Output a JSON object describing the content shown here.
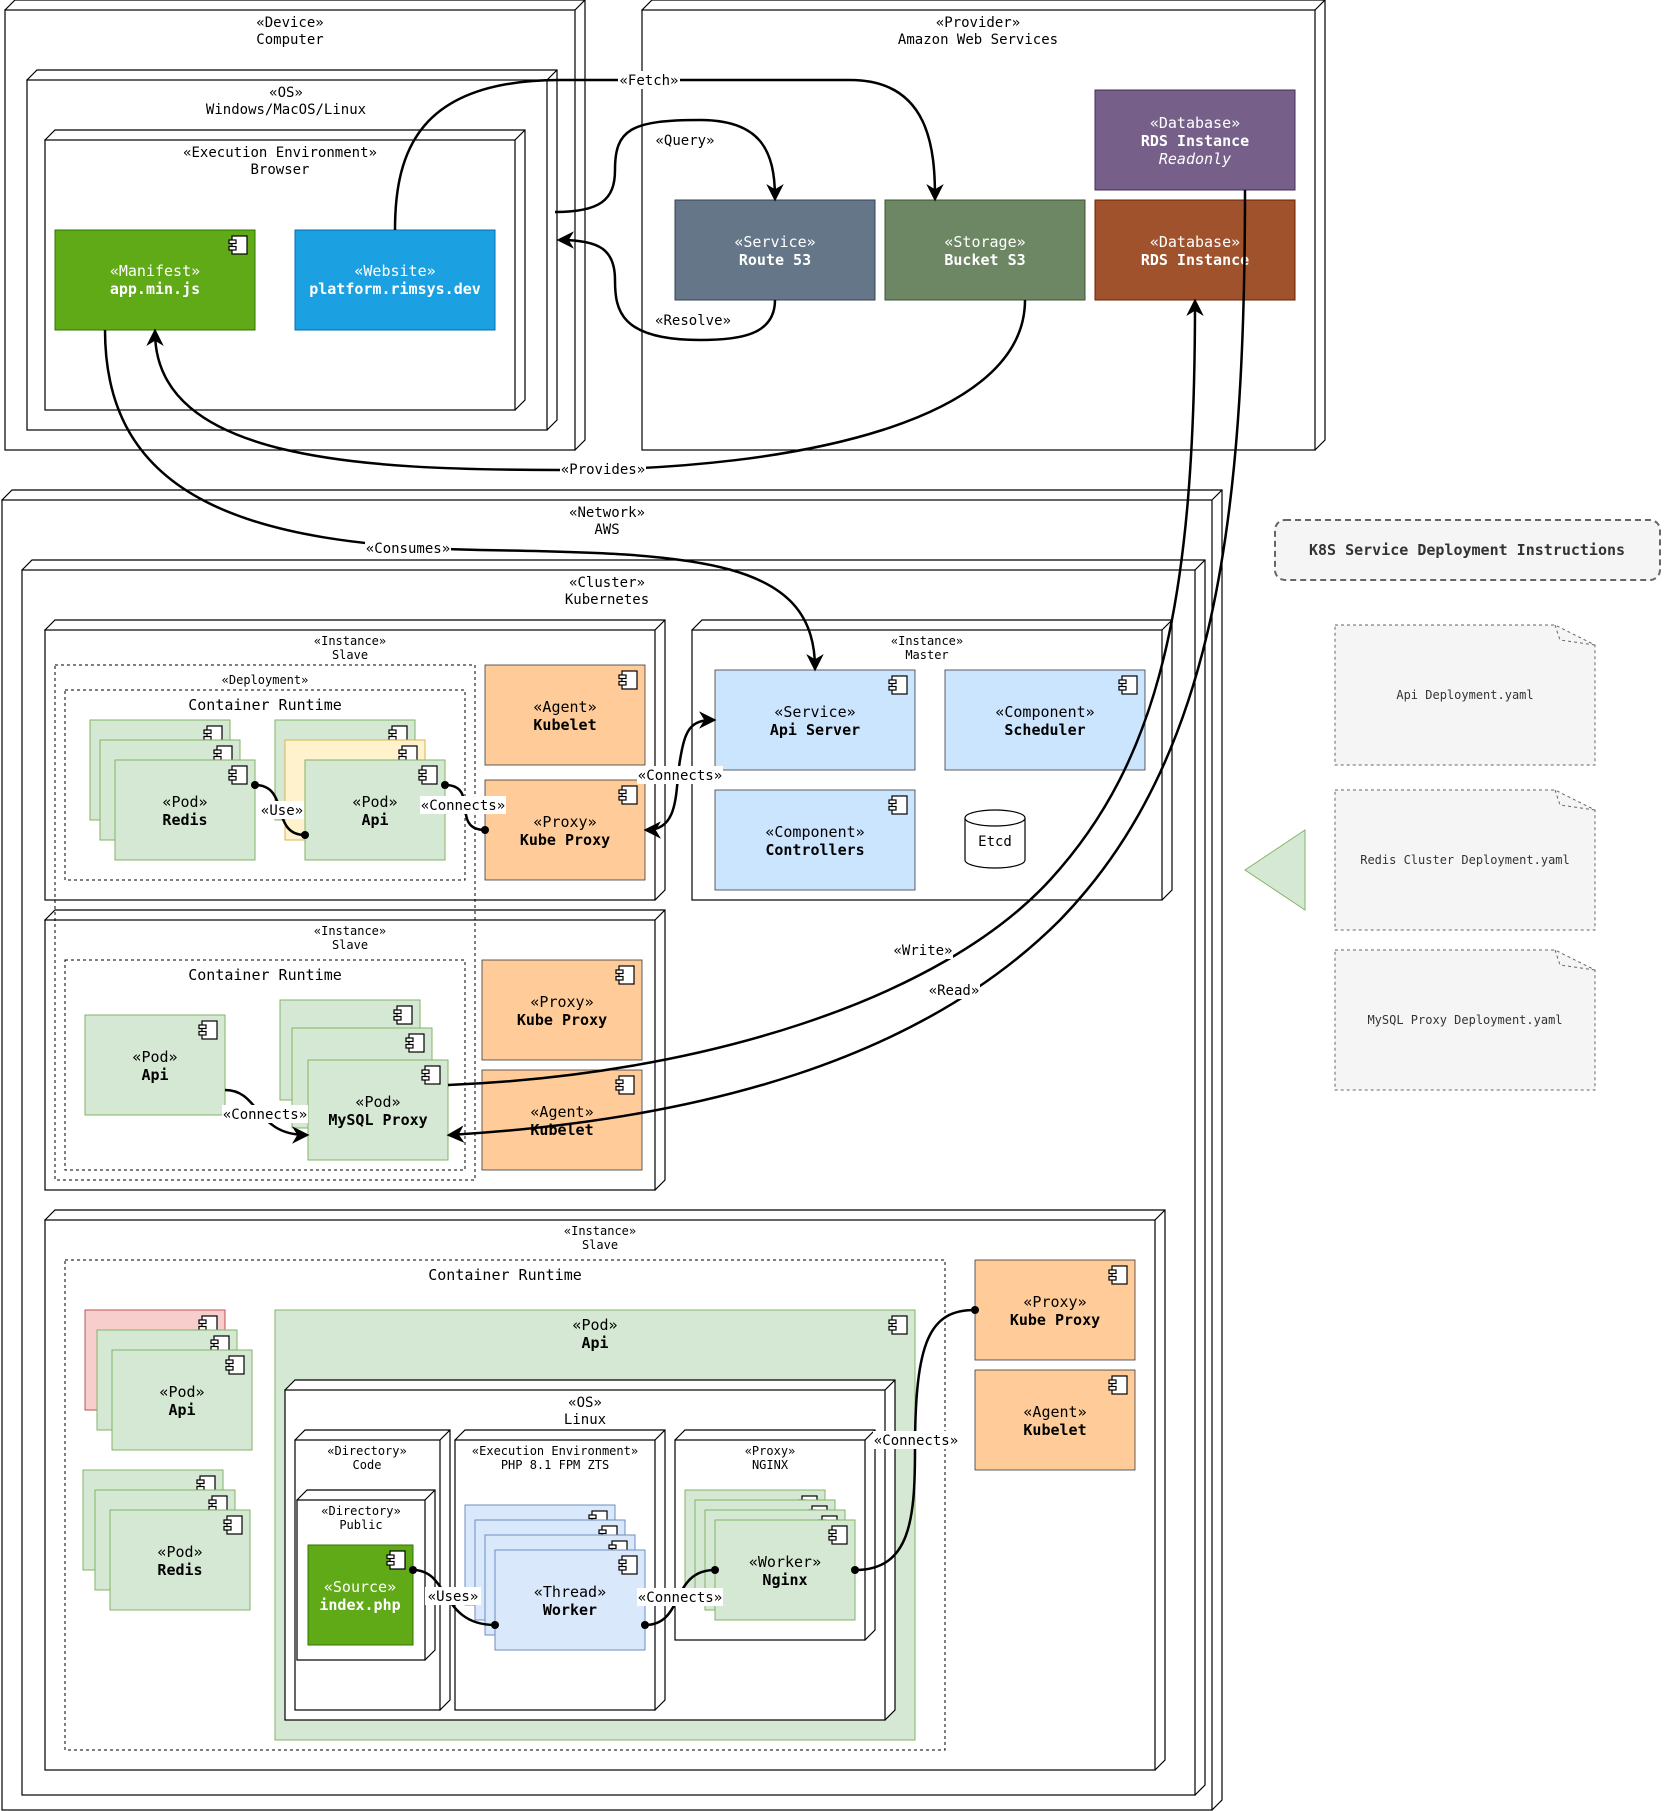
{
  "device": {
    "stereotype": "«Device»",
    "name": "Computer"
  },
  "os_client": {
    "stereotype": "«OS»",
    "name": "Windows/MacOS/Linux"
  },
  "exec_env": {
    "stereotype": "«Execution Environment»",
    "name": "Browser"
  },
  "manifest": {
    "stereotype": "«Manifest»",
    "name": "app.min.js",
    "color": "#60a917"
  },
  "website": {
    "stereotype": "«Website»",
    "name": "platform.rimsys.dev",
    "color": "#1ba1e2"
  },
  "provider": {
    "stereotype": "«Provider»",
    "name": "Amazon Web Services"
  },
  "route53": {
    "stereotype": "«Service»",
    "name": "Route 53",
    "color": "#647687"
  },
  "bucket": {
    "stereotype": "«Storage»",
    "name": "Bucket S3",
    "color": "#6d8764"
  },
  "rds_ro": {
    "stereotype": "«Database»",
    "name": "RDS Instance",
    "note": "Readonly",
    "color": "#76608a"
  },
  "rds": {
    "stereotype": "«Database»",
    "name": "RDS Instance",
    "color": "#a0522d"
  },
  "network": {
    "stereotype": "«Network»",
    "name": "AWS"
  },
  "cluster": {
    "stereotype": "«Cluster»",
    "name": "Kubernetes"
  },
  "slave1": {
    "stereotype": "«Instance»",
    "name": "Slave",
    "deployment_label": "«Deployment»",
    "runtime_label": "Container Runtime",
    "redis": {
      "stereotype": "«Pod»",
      "name": "Redis"
    },
    "api": {
      "stereotype": "«Pod»",
      "name": "Api"
    },
    "kubelet": {
      "stereotype": "«Agent»",
      "name": "Kubelet"
    },
    "proxy": {
      "stereotype": "«Proxy»",
      "name": "Kube Proxy"
    }
  },
  "master": {
    "stereotype": "«Instance»",
    "name": "Master",
    "api_server": {
      "stereotype": "«Service»",
      "name": "Api Server"
    },
    "scheduler": {
      "stereotype": "«Component»",
      "name": "Scheduler"
    },
    "controllers": {
      "stereotype": "«Component»",
      "name": "Controllers"
    },
    "etcd": "Etcd"
  },
  "slave2": {
    "stereotype": "«Instance»",
    "name": "Slave",
    "runtime_label": "Container Runtime",
    "api": {
      "stereotype": "«Pod»",
      "name": "Api"
    },
    "mysql_proxy": {
      "stereotype": "«Pod»",
      "name": "MySQL Proxy"
    },
    "proxy": {
      "stereotype": "«Proxy»",
      "name": "Kube Proxy"
    },
    "kubelet": {
      "stereotype": "«Agent»",
      "name": "Kubelet"
    }
  },
  "slave3": {
    "stereotype": "«Instance»",
    "name": "Slave",
    "runtime_label": "Container Runtime",
    "pod_api_small": {
      "stereotype": "«Pod»",
      "name": "Api"
    },
    "pod_redis": {
      "stereotype": "«Pod»",
      "name": "Redis"
    },
    "pod_api": {
      "stereotype": "«Pod»",
      "name": "Api"
    },
    "os": {
      "stereotype": "«OS»",
      "name": "Linux"
    },
    "dir_code": {
      "stereotype": "«Directory»",
      "name": "Code"
    },
    "dir_public": {
      "stereotype": "«Directory»",
      "name": "Public"
    },
    "source": {
      "stereotype": "«Source»",
      "name": "index.php"
    },
    "php_env": {
      "stereotype": "«Execution Environment»",
      "name": "PHP 8.1 FPM ZTS"
    },
    "thread": {
      "stereotype": "«Thread»",
      "name": "Worker"
    },
    "nginx_proxy": {
      "stereotype": "«Proxy»",
      "name": "NGINX"
    },
    "worker": {
      "stereotype": "«Worker»",
      "name": "Nginx"
    },
    "proxy": {
      "stereotype": "«Proxy»",
      "name": "Kube Proxy"
    },
    "kubelet": {
      "stereotype": "«Agent»",
      "name": "Kubelet"
    }
  },
  "edges": {
    "fetch": "«Fetch»",
    "query": "«Query»",
    "resolve": "«Resolve»",
    "provides": "«Provides»",
    "consumes": "«Consumes»",
    "use": "«Use»",
    "connects": "«Connects»",
    "write": "«Write»",
    "read": "«Read»",
    "uses": "«Uses»"
  },
  "sidebar": {
    "title": "K8S Service Deployment Instructions",
    "notes": [
      "Api Deployment.yaml",
      "Redis Cluster Deployment.yaml",
      "MySQL Proxy Deployment.yaml"
    ]
  }
}
